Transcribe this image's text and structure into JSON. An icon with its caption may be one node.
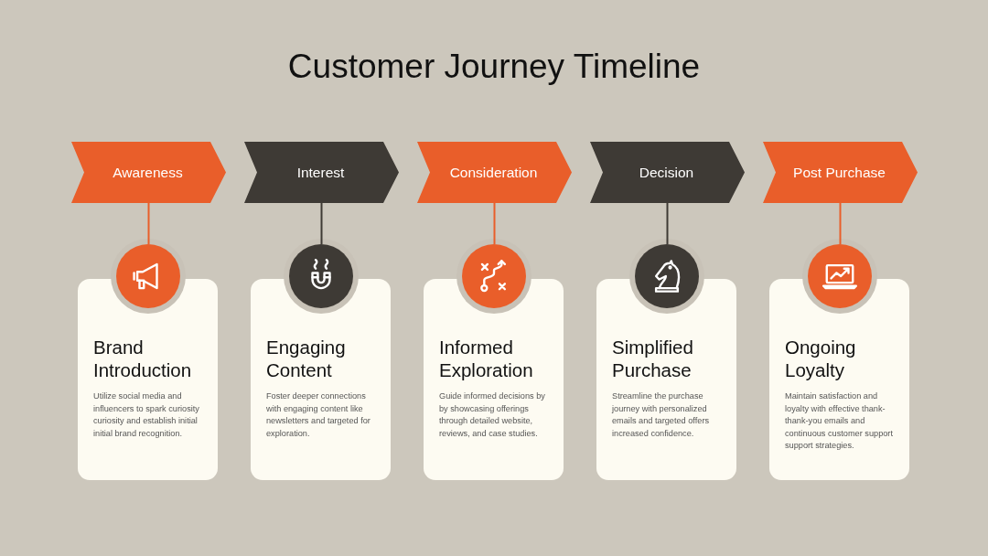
{
  "diagram": {
    "title": "Customer Journey Timeline",
    "nodes": [
      {
        "text": [
          "Awareness"
        ]
      },
      {
        "text": [
          "Interest"
        ]
      },
      {
        "text": [
          "Consideration"
        ]
      },
      {
        "text": [
          "Decision"
        ]
      },
      {
        "text": [
          "Post Purchase"
        ]
      },
      {
        "text": [],
        "shape": "circle"
      },
      {
        "text": [],
        "shape": "circle"
      },
      {
        "text": [],
        "shape": "circle"
      },
      {
        "text": [],
        "shape": "circle"
      },
      {
        "text": [],
        "shape": "circle"
      },
      {
        "text": [
          "Brand Introduction",
          "Utilize social media and influencers to spark curiosity curiosity and establish initial initial brand recognition."
        ]
      },
      {
        "text": [
          "Engaging Content",
          "Foster deeper connections with engaging content like newsletters and targeted for exploration."
        ]
      },
      {
        "text": [
          "Informed Exploration",
          "Guide informed decisions by by showcasing offerings through detailed website, reviews, and case studies."
        ]
      },
      {
        "text": [
          "Simplified Purchase",
          "Streamline the purchase journey with personalized emails and targeted offers increased confidence."
        ]
      },
      {
        "text": [
          "Ongoing Loyalty",
          "Maintain satisfaction and loyalty with effective thank- thank-you emails and continuous customer support support strategies."
        ]
      }
    ],
    "edges": [
      {
        "from": 0,
        "to": 5,
        "arrow": "none"
      },
      {
        "from": 1,
        "to": 6,
        "arrow": "none",
        "color": "#3e3a35"
      },
      {
        "from": 2,
        "to": 7,
        "arrow": "none"
      },
      {
        "from": 3,
        "to": 8,
        "arrow": "none",
        "color": "#3e3a35"
      },
      {
        "from": 4,
        "to": 9,
        "arrow": "none"
      }
    ]
  }
}
